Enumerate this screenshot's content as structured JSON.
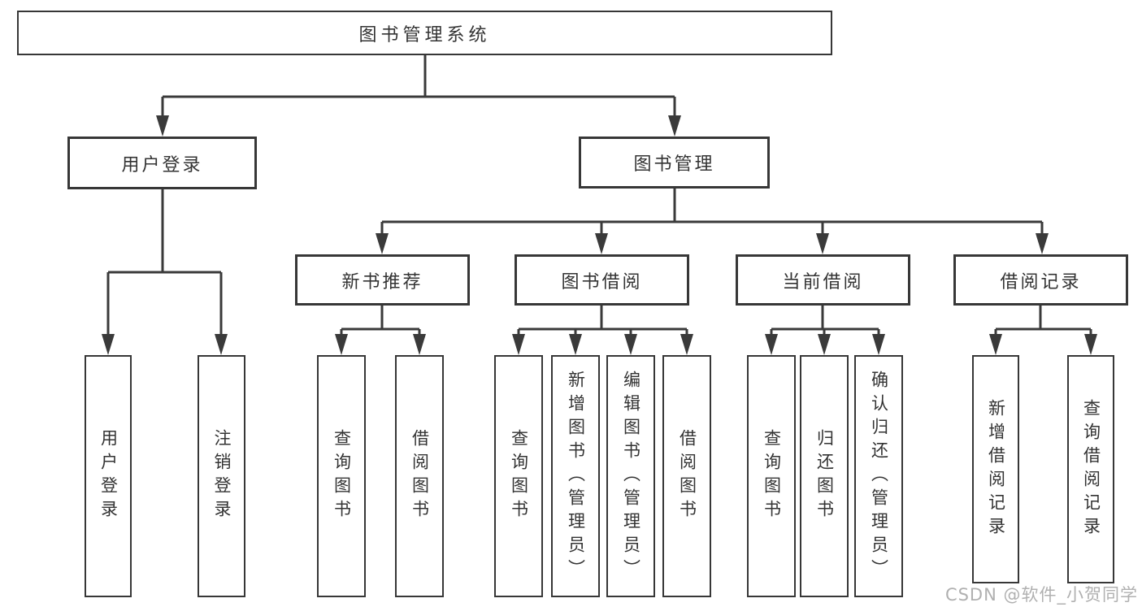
{
  "diagram": {
    "root": {
      "label": "图书管理系统"
    },
    "level2": {
      "user_login": {
        "label": "用户登录"
      },
      "book_mgmt": {
        "label": "图书管理"
      }
    },
    "level3": {
      "new_book": {
        "label": "新书推荐"
      },
      "borrowing": {
        "label": "图书借阅"
      },
      "current": {
        "label": "当前借阅"
      },
      "records": {
        "label": "借阅记录"
      }
    },
    "leaves": {
      "login": {
        "label": "用户登录"
      },
      "logout": {
        "label": "注销登录"
      },
      "nb_query": {
        "label": "查询图书"
      },
      "nb_borrow": {
        "label": "借阅图书"
      },
      "bb_query": {
        "label": "查询图书"
      },
      "bb_add": {
        "label": "新增图书（管理员）"
      },
      "bb_edit": {
        "label": "编辑图书（管理员）"
      },
      "bb_borrow": {
        "label": "借阅图书"
      },
      "cb_query": {
        "label": "查询图书"
      },
      "cb_return": {
        "label": "归还图书"
      },
      "cb_confirm": {
        "label": "确认归还（管理员）"
      },
      "rec_add": {
        "label": "新增借阅记录"
      },
      "rec_query": {
        "label": "查询借阅记录"
      }
    },
    "watermark": "CSDN @软件_小贺同学",
    "colors": {
      "line": "#3a3a3a",
      "border": "#373737",
      "text": "#333333",
      "watermark": "#b0b0b0",
      "background": "#ffffff"
    }
  }
}
